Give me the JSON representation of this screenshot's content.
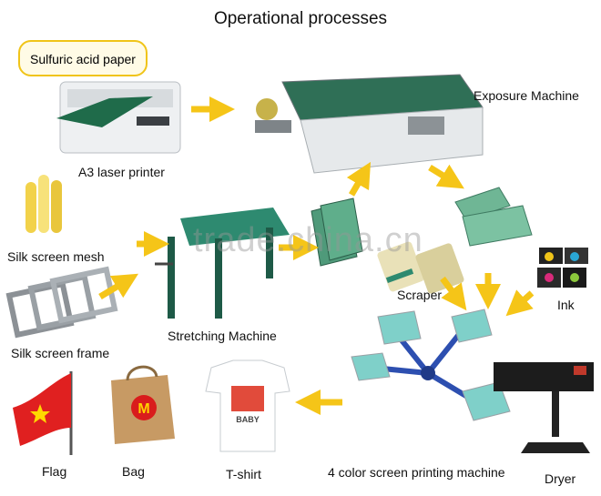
{
  "title": "Operational processes",
  "watermark": "trade.china.cn",
  "nodes": {
    "sulfuric_acid_paper": "Sulfuric acid paper",
    "laser_printer": "A3 laser printer",
    "exposure_machine": "Exposure Machine",
    "silk_screen_mesh": "Silk screen mesh",
    "silk_screen_frame": "Silk screen frame",
    "stretching_machine": "Stretching Machine",
    "scraper": "Scraper",
    "ink": "Ink",
    "printing_machine": "4 color screen printing machine",
    "flag": "Flag",
    "bag": "Bag",
    "tshirt": "T-shirt",
    "dryer": "Dryer"
  },
  "artwork": {
    "bag_logo": "M",
    "tshirt_print": "BABY"
  },
  "colors": {
    "arrow": "#f5c518",
    "screen_green": "#3a8a6a",
    "machine_gray": "#d9dde0",
    "bubble_border": "#f0c419",
    "flag_red": "#e02020",
    "flag_star": "#ffd800"
  }
}
